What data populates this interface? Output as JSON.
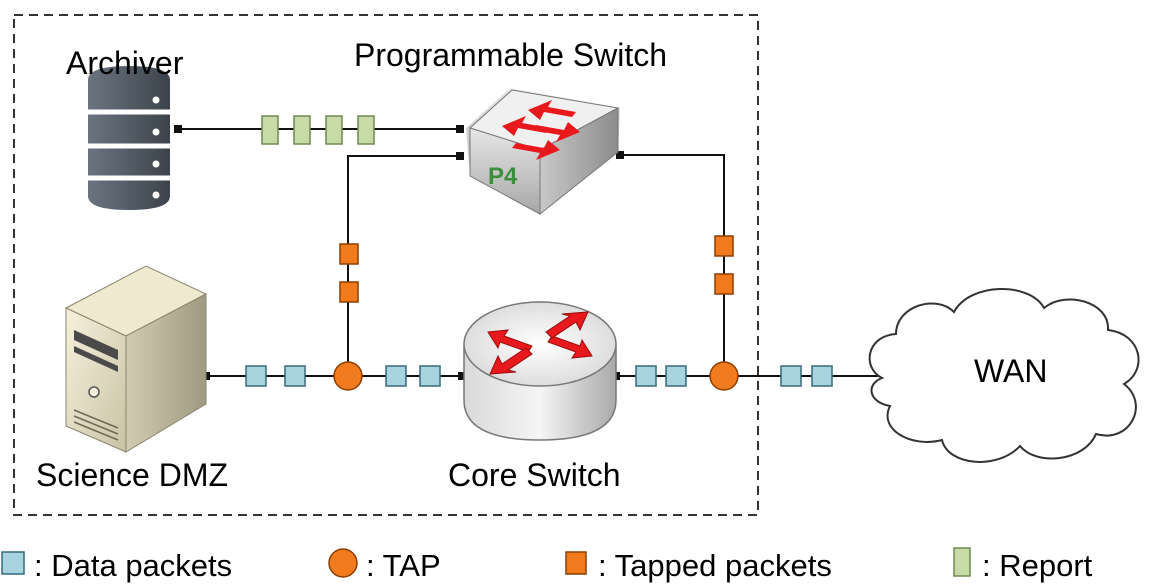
{
  "labels": {
    "archiver": "Archiver",
    "programmable_switch": "Programmable Switch",
    "science_dmz": "Science DMZ",
    "core_switch": "Core Switch",
    "wan": "WAN",
    "p4_logo": "P4"
  },
  "legend": [
    {
      "id": "data",
      "text": ": Data packets",
      "color": "#a8d4e0"
    },
    {
      "id": "tap",
      "text": ": TAP",
      "color": "#f07a1c"
    },
    {
      "id": "tapped",
      "text": ": Tapped packets",
      "color": "#f07a1c"
    },
    {
      "id": "report",
      "text": ": Report",
      "color": "#c6dba8"
    }
  ],
  "colors": {
    "data_packet": "#a8d4e0",
    "tap": "#f07a1c",
    "tapped_packet": "#f07a1c",
    "report_packet": "#c6dba8",
    "arrow_red": "#e8191c"
  }
}
